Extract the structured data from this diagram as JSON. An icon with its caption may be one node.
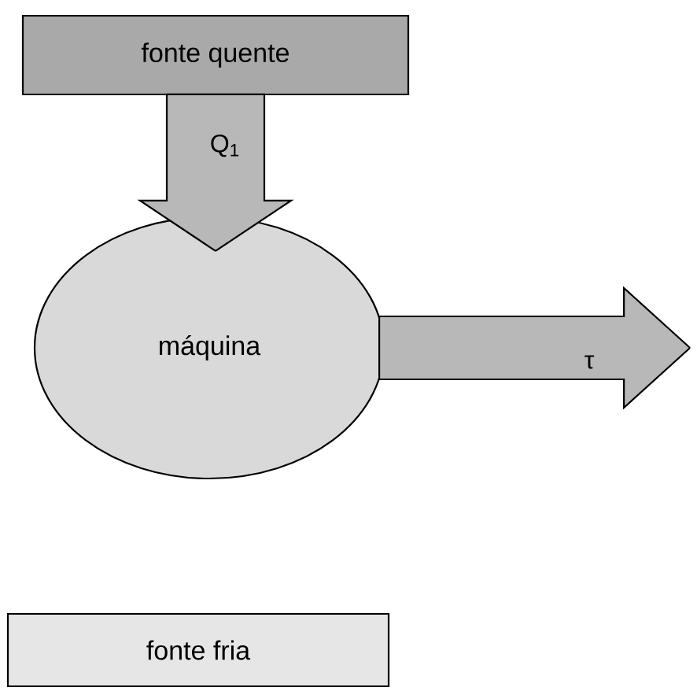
{
  "diagram": {
    "nodes": [
      {
        "text": [
          "fonte quente"
        ]
      },
      {
        "text": [
          "máquina"
        ]
      },
      {
        "text": [
          "fonte fria"
        ]
      }
    ],
    "edges": [
      {
        "from": 0,
        "to": 1,
        "arrow": "to",
        "label": "Q$_{1}$"
      },
      {
        "from": 1,
        "to": null,
        "arrow": "to",
        "label": "τ"
      }
    ]
  }
}
